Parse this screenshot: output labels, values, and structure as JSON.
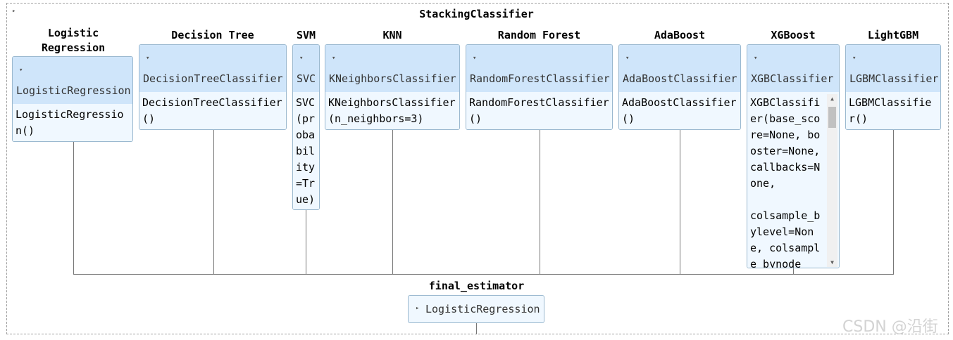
{
  "root": {
    "toggle": "▸",
    "title": "StackingClassifier"
  },
  "estimators": [
    {
      "label": "Logistic Regression",
      "class_name": "LogisticRegression",
      "repr": "LogisticRegression()"
    },
    {
      "label": "Decision Tree",
      "class_name": "DecisionTreeClassifier",
      "repr": "DecisionTreeClassifier()"
    },
    {
      "label": "SVM",
      "class_name": "SVC",
      "repr": "SVC(probability=True)"
    },
    {
      "label": "KNN",
      "class_name": "KNeighborsClassifier",
      "repr": "KNeighborsClassifier(n_neighbors=3)"
    },
    {
      "label": "Random Forest",
      "class_name": "RandomForestClassifier",
      "repr": "RandomForestClassifier()"
    },
    {
      "label": "AdaBoost",
      "class_name": "AdaBoostClassifier",
      "repr": "AdaBoostClassifier()"
    },
    {
      "label": "XGBoost",
      "class_name": "XGBClassifier",
      "repr": "XGBClassifier(base_score=None, booster=None, callbacks=None,\n\ncolsample_bylevel=None, colsample_bynode"
    },
    {
      "label": "LightGBM",
      "class_name": "LGBMClassifier",
      "repr": "LGBMClassifier()"
    }
  ],
  "final": {
    "label": "final_estimator",
    "toggle": "▸",
    "class_name": "LogisticRegression"
  },
  "icons": {
    "collapse": "▾",
    "scroll_up": "▲",
    "scroll_down": "▼"
  },
  "watermark": "CSDN @沿街"
}
